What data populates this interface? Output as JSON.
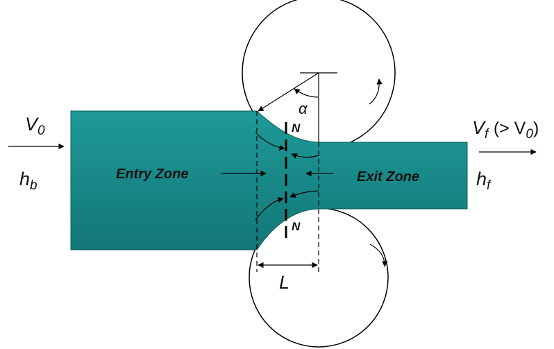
{
  "diagram": {
    "entry_velocity": {
      "symbol": "V",
      "subscript": "0"
    },
    "exit_velocity": {
      "symbol": "V",
      "subscript": "f",
      "comparison": "(> V",
      "comparison_subscript": "0",
      "comparison_close": ")"
    },
    "entry_thickness": {
      "symbol": "h",
      "subscript": "b"
    },
    "exit_thickness": {
      "symbol": "h",
      "subscript": "f"
    },
    "entry_zone_label": "Entry Zone",
    "exit_zone_label": "Exit Zone",
    "neutral_point_top": "N",
    "neutral_point_bottom": "N",
    "contact_length_label": "L",
    "bite_angle_label": "α"
  },
  "colors": {
    "workpiece": "#1a8a8a",
    "workpiece_dark": "#0f6b6b",
    "line": "#000000",
    "background": "#ffffff"
  }
}
